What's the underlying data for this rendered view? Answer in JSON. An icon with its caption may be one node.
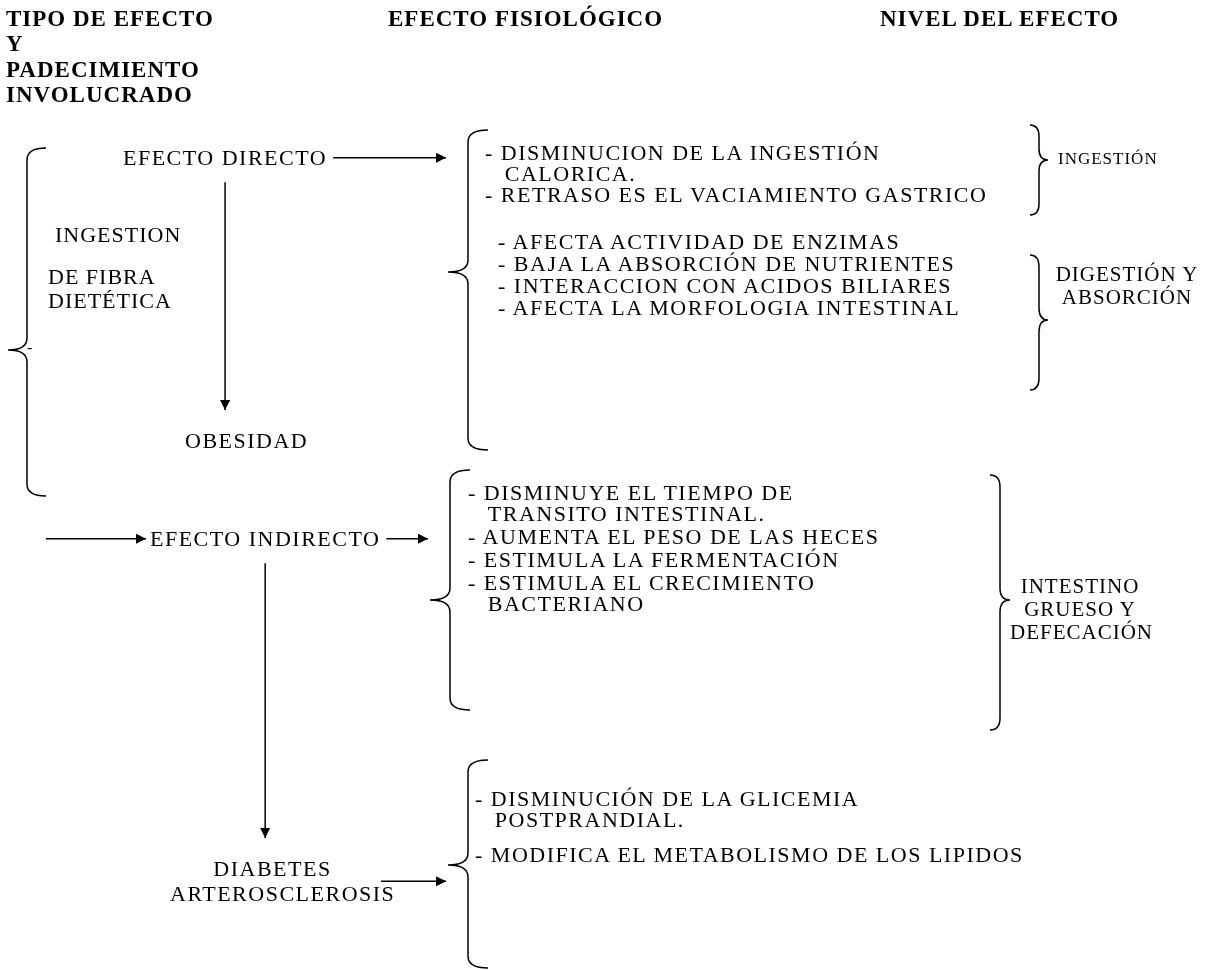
{
  "diagram": {
    "nodes": [
      {
        "text": [
          "EFECTO DIRECTO"
        ]
      },
      {
        "text": [
          "OBESIDAD"
        ]
      },
      {
        "text": [
          "EFECTO INDIRECTO"
        ]
      },
      {
        "text": [
          "DIABETES ARTEROSCLEROSIS"
        ]
      },
      {
        "text": [
          "- DISMINUCION DE LA INGESTIÓN CALORICA.",
          "- RETRASO ES EL VACIAMIENTO GASTRICO",
          "- AFECTA ACTIVIDAD DE ENZIMAS",
          "- BAJA LA ABSORCIÓN DE NUTRIENTES",
          "- INTERACCION CON ACIDOS BILIARES",
          "- AFECTA LA MORFOLOGIA INTESTINAL"
        ]
      },
      {
        "text": [
          "- DISMINUYE EL TIEMPO DE TRANSITO INTESTINAL.",
          "- AUMENTA EL PESO DE LAS HECES",
          "- ESTIMULA LA FERMENTACIÓN",
          "- ESTIMULA EL CRECIMIENTO BACTERIANO"
        ]
      },
      {
        "text": [
          "- DISMINUCIÓN DE LA GLICEMIA POSTPRANDIAL.",
          "- MODIFICA EL METABOLISMO DE LOS LIPIDOS"
        ]
      }
    ],
    "edges": [
      {
        "from": 0,
        "to": 4,
        "arrow": "to"
      },
      {
        "from": 0,
        "to": 1,
        "arrow": "to"
      },
      {
        "from": null,
        "to": 2,
        "arrow": "to"
      },
      {
        "from": 2,
        "to": 5,
        "arrow": "to"
      },
      {
        "from": 2,
        "to": 3,
        "arrow": "to"
      },
      {
        "from": 3,
        "to": 6,
        "arrow": "to"
      }
    ],
    "labels": [
      "TIPO DE EFECTO Y PADECIMIENTO INVOLUCRADO",
      "EFECTO FISIOLÓGICO",
      "NIVEL DEL EFECTO",
      "INGESTION",
      "DE FIBRA DIETÉTICA",
      "-",
      "INGESTIÓN",
      "DIGESTIÓN Y ABSORCIÓN",
      "INTESTINO GRUESO Y DEFECACIÓN"
    ]
  }
}
